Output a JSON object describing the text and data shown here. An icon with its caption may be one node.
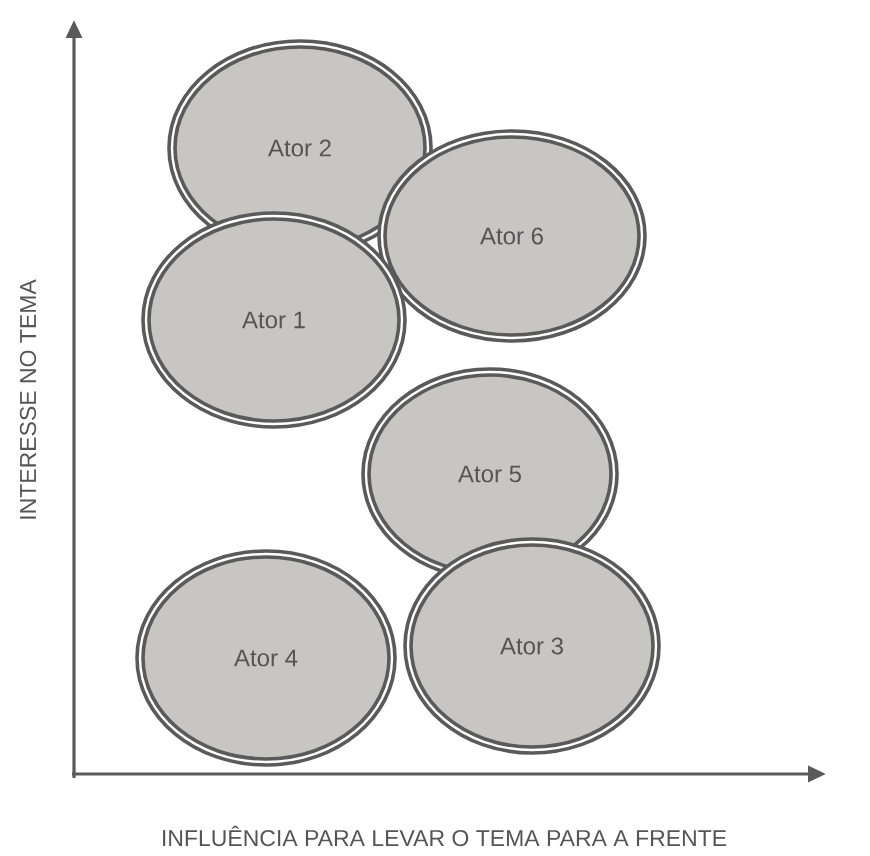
{
  "diagram": {
    "nodes": [
      {
        "text": [
          "Ator 2"
        ]
      },
      {
        "text": [
          "Ator 6"
        ]
      },
      {
        "text": [
          "Ator 1"
        ]
      },
      {
        "text": [
          "Ator 5"
        ]
      },
      {
        "text": [
          "Ator 4"
        ]
      },
      {
        "text": [
          "Ator 3"
        ]
      }
    ],
    "labels": [
      "INTERESSE NO TEMA",
      "INFLUÊNCIA PARA LEVAR O TEMA PARA A FRENTE"
    ]
  }
}
